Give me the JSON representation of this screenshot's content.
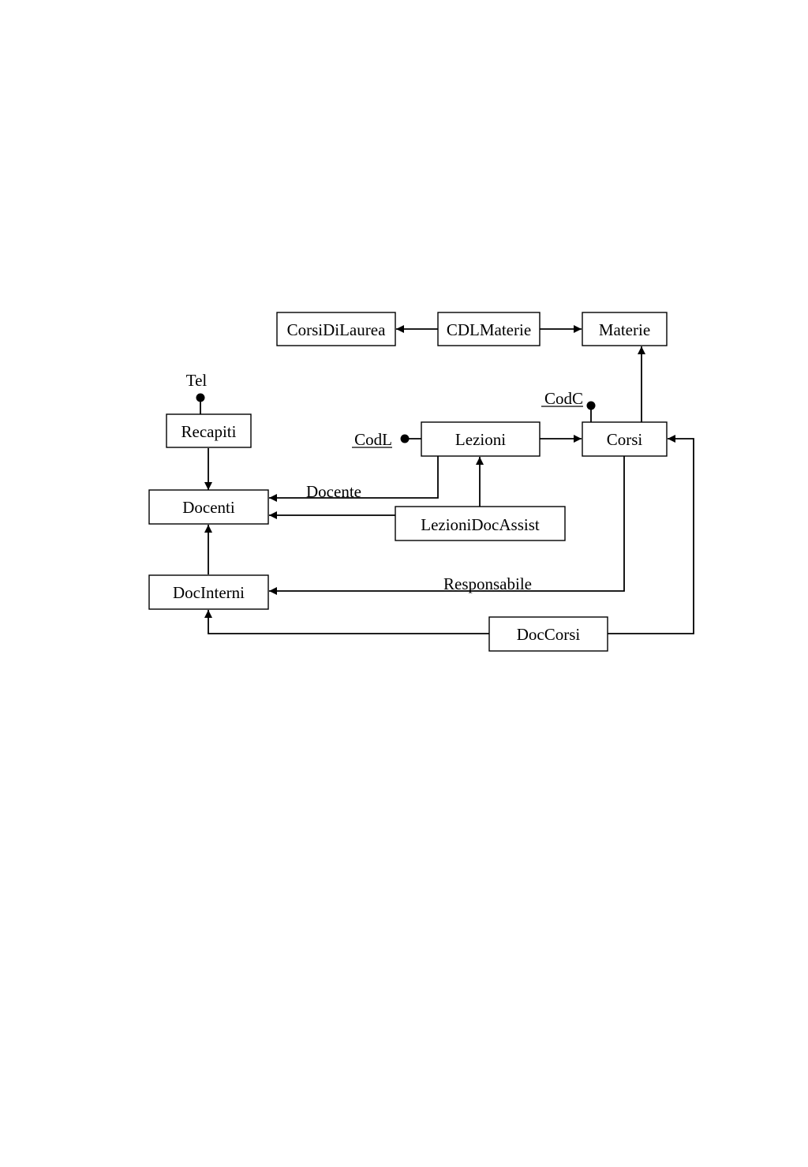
{
  "diagram": {
    "entities": {
      "corsi_di_laurea": "CorsiDiLaurea",
      "cdl_materie": "CDLMaterie",
      "materie": "Materie",
      "recapiti": "Recapiti",
      "lezioni": "Lezioni",
      "corsi": "Corsi",
      "docenti": "Docenti",
      "lezioni_doc_assist": "LezioniDocAssist",
      "doc_interni": "DocInterni",
      "doc_corsi": "DocCorsi"
    },
    "attributes": {
      "tel": "Tel",
      "codl": "CodL",
      "codc": "CodC"
    },
    "edge_labels": {
      "docente": "Docente",
      "responsabile": "Responsabile"
    }
  }
}
